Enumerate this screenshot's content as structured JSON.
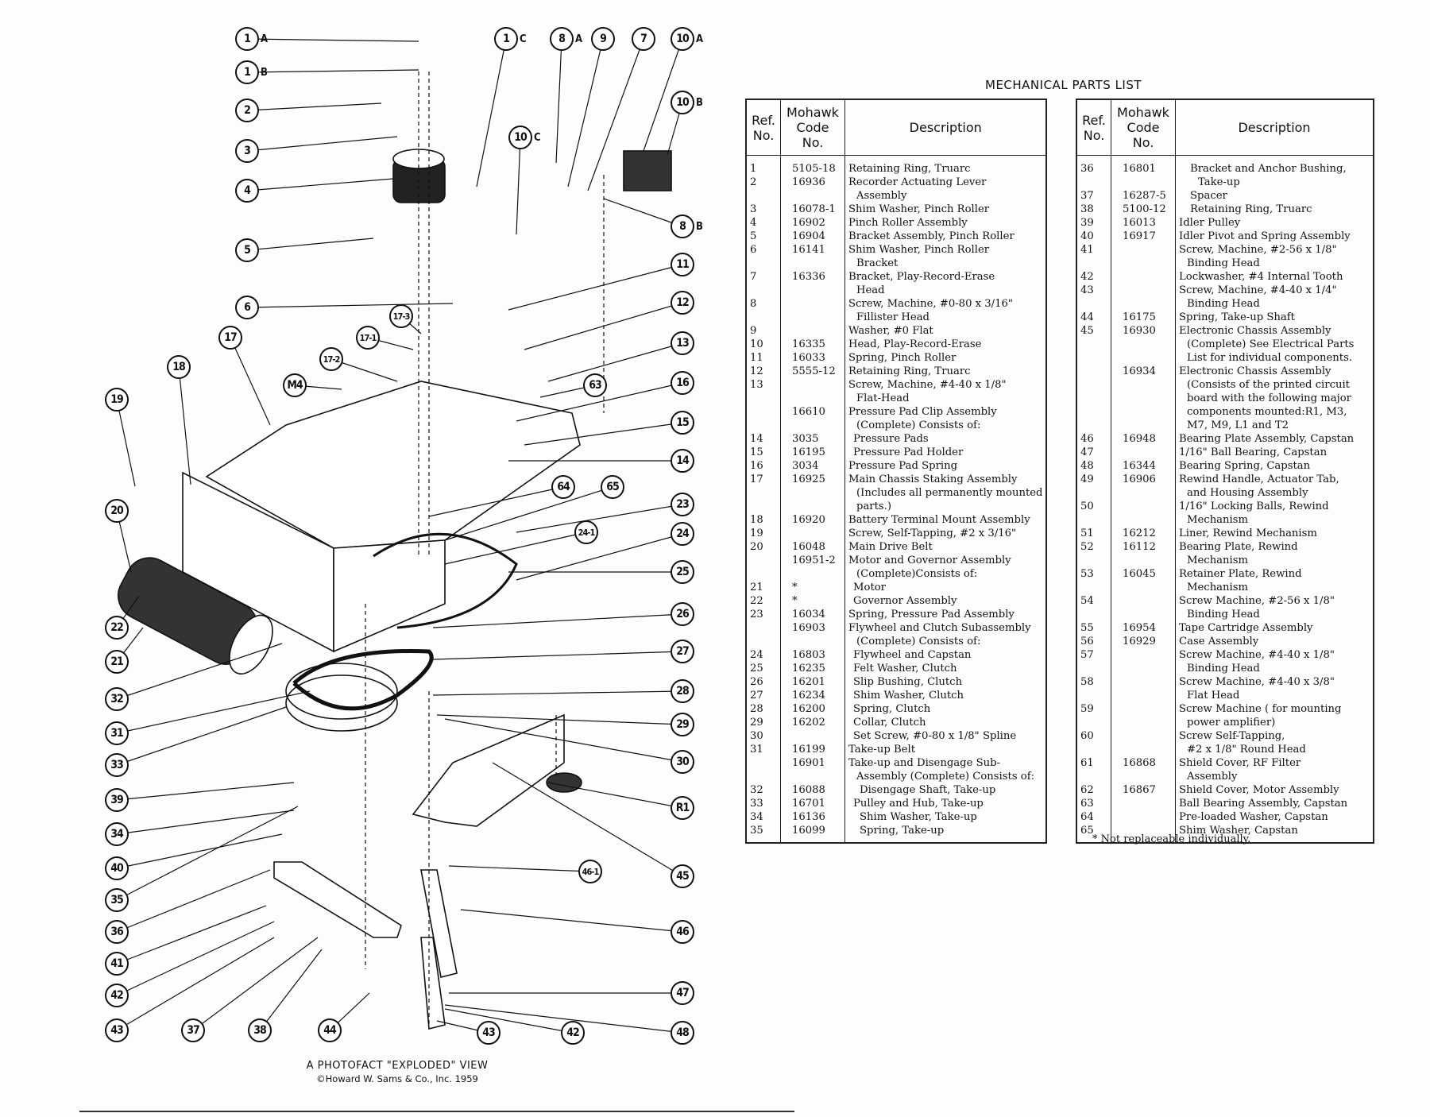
{
  "diagram": {
    "callouts": [
      {
        "label": "1",
        "suffix": "A"
      },
      {
        "label": "1",
        "suffix": "B"
      },
      {
        "label": "2"
      },
      {
        "label": "3"
      },
      {
        "label": "4"
      },
      {
        "label": "5"
      },
      {
        "label": "1",
        "suffix": "C"
      },
      {
        "label": "8",
        "suffix": "A"
      },
      {
        "label": "9"
      },
      {
        "label": "7"
      },
      {
        "label": "10",
        "suffix": "A"
      },
      {
        "label": "10",
        "suffix": "B"
      },
      {
        "label": "10",
        "suffix": "C"
      },
      {
        "label": "8",
        "suffix": "B"
      },
      {
        "label": "11"
      },
      {
        "label": "6"
      },
      {
        "label": "12"
      },
      {
        "label": "17-3"
      },
      {
        "label": "17-1"
      },
      {
        "label": "17-2"
      },
      {
        "label": "M4"
      },
      {
        "label": "17"
      },
      {
        "label": "18"
      },
      {
        "label": "19"
      },
      {
        "label": "13"
      },
      {
        "label": "63"
      },
      {
        "label": "16"
      },
      {
        "label": "15"
      },
      {
        "label": "14"
      },
      {
        "label": "64"
      },
      {
        "label": "65"
      },
      {
        "label": "23"
      },
      {
        "label": "24-1"
      },
      {
        "label": "24"
      },
      {
        "label": "20"
      },
      {
        "label": "25"
      },
      {
        "label": "26"
      },
      {
        "label": "22"
      },
      {
        "label": "21"
      },
      {
        "label": "27"
      },
      {
        "label": "32"
      },
      {
        "label": "28"
      },
      {
        "label": "31"
      },
      {
        "label": "29"
      },
      {
        "label": "33"
      },
      {
        "label": "30"
      },
      {
        "label": "39"
      },
      {
        "label": "R1"
      },
      {
        "label": "34"
      },
      {
        "label": "40"
      },
      {
        "label": "45"
      },
      {
        "label": "35"
      },
      {
        "label": "46-1"
      },
      {
        "label": "36"
      },
      {
        "label": "46"
      },
      {
        "label": "41"
      },
      {
        "label": "47"
      },
      {
        "label": "42"
      },
      {
        "label": "43"
      },
      {
        "label": "37"
      },
      {
        "label": "38"
      },
      {
        "label": "44"
      },
      {
        "label": "43"
      },
      {
        "label": "42"
      },
      {
        "label": "48"
      }
    ],
    "caption_line1": "A PHOTOFACT \"EXPLODED\" VIEW",
    "caption_line2": "©Howard W. Sams & Co., Inc. 1959"
  },
  "parts_list": {
    "title": "MECHANICAL PARTS LIST",
    "headers": {
      "ref": "Ref. No.",
      "code": "Mohawk Code No.",
      "description": "Description"
    },
    "left_table": [
      {
        "ref": "1",
        "code": "5105-18",
        "desc": [
          "Retaining Ring, Truarc"
        ]
      },
      {
        "ref": "2",
        "code": "16936",
        "desc": [
          "Recorder Actuating Lever",
          "Assembly"
        ]
      },
      {
        "ref": "3",
        "code": "16078-1",
        "desc": [
          "Shim Washer, Pinch Roller"
        ]
      },
      {
        "ref": "4",
        "code": "16902",
        "desc": [
          "Pinch Roller Assembly"
        ]
      },
      {
        "ref": "5",
        "code": "16904",
        "desc": [
          "Bracket Assembly, Pinch Roller"
        ]
      },
      {
        "ref": "6",
        "code": "16141",
        "desc": [
          "Shim Washer, Pinch Roller",
          "Bracket"
        ]
      },
      {
        "ref": "7",
        "code": "16336",
        "desc": [
          "Bracket, Play-Record-Erase",
          "Head"
        ]
      },
      {
        "ref": "8",
        "code": "",
        "desc": [
          "Screw, Machine, #0-80 x 3/16\"",
          "Fillister Head"
        ]
      },
      {
        "ref": "9",
        "code": "",
        "desc": [
          "Washer, #0 Flat"
        ]
      },
      {
        "ref": "10",
        "code": "16335",
        "desc": [
          "Head, Play-Record-Erase"
        ]
      },
      {
        "ref": "11",
        "code": "16033",
        "desc": [
          "Spring, Pinch Roller"
        ]
      },
      {
        "ref": "12",
        "code": "5555-12",
        "desc": [
          "Retaining Ring, Truarc"
        ]
      },
      {
        "ref": "13",
        "code": "",
        "desc": [
          "Screw, Machine, #4-40 x 1/8\"",
          "Flat-Head"
        ]
      },
      {
        "ref": "",
        "code": "16610",
        "desc": [
          "Pressure Pad Clip Assembly",
          "(Complete) Consists of:"
        ]
      },
      {
        "ref": "14",
        "code": "3035",
        "desc": [
          "Pressure Pads"
        ],
        "indent": 1
      },
      {
        "ref": "15",
        "code": "16195",
        "desc": [
          "Pressure Pad Holder"
        ],
        "indent": 1
      },
      {
        "ref": "16",
        "code": "3034",
        "desc": [
          "Pressure Pad Spring"
        ]
      },
      {
        "ref": "17",
        "code": "16925",
        "desc": [
          "Main Chassis Staking Assembly",
          "(Includes all permanently mounted",
          "parts.)"
        ]
      },
      {
        "ref": "18",
        "code": "16920",
        "desc": [
          "Battery Terminal Mount Assembly"
        ]
      },
      {
        "ref": "19",
        "code": "",
        "desc": [
          "Screw, Self-Tapping, #2 x 3/16\""
        ]
      },
      {
        "ref": "20",
        "code": "16048",
        "desc": [
          "Main Drive Belt"
        ]
      },
      {
        "ref": "",
        "code": "16951-2",
        "desc": [
          "Motor and Governor Assembly",
          "(Complete)Consists of:"
        ]
      },
      {
        "ref": "21",
        "code": "*",
        "desc": [
          "Motor"
        ],
        "indent": 1
      },
      {
        "ref": "22",
        "code": "*",
        "desc": [
          "Governor Assembly"
        ],
        "indent": 1
      },
      {
        "ref": "23",
        "code": "16034",
        "desc": [
          "Spring, Pressure Pad Assembly"
        ]
      },
      {
        "ref": "",
        "code": "16903",
        "desc": [
          "Flywheel and Clutch Subassembly",
          "(Complete) Consists of:"
        ]
      },
      {
        "ref": "24",
        "code": "16803",
        "desc": [
          "Flywheel and Capstan"
        ],
        "indent": 1
      },
      {
        "ref": "25",
        "code": "16235",
        "desc": [
          "Felt  Washer, Clutch"
        ],
        "indent": 1
      },
      {
        "ref": "26",
        "code": "16201",
        "desc": [
          "Slip Bushing, Clutch"
        ],
        "indent": 1
      },
      {
        "ref": "27",
        "code": "16234",
        "desc": [
          "Shim Washer, Clutch"
        ],
        "indent": 1
      },
      {
        "ref": "28",
        "code": "16200",
        "desc": [
          "Spring, Clutch"
        ],
        "indent": 1
      },
      {
        "ref": "29",
        "code": "16202",
        "desc": [
          "Collar, Clutch"
        ],
        "indent": 1
      },
      {
        "ref": "30",
        "code": "",
        "desc": [
          "Set Screw, #0-80 x 1/8\" Spline"
        ],
        "indent": 1
      },
      {
        "ref": "31",
        "code": "16199",
        "desc": [
          "Take-up Belt"
        ]
      },
      {
        "ref": "",
        "code": "16901",
        "desc": [
          "Take-up and Disengage Sub-",
          "Assembly (Complete) Consists of:"
        ]
      },
      {
        "ref": "32",
        "code": "16088",
        "desc": [
          "Disengage Shaft, Take-up"
        ],
        "indent": 2
      },
      {
        "ref": "33",
        "code": "16701",
        "desc": [
          "Pulley and Hub, Take-up"
        ],
        "indent": 1
      },
      {
        "ref": "34",
        "code": "16136",
        "desc": [
          "Shim Washer, Take-up"
        ],
        "indent": 2
      },
      {
        "ref": "35",
        "code": "16099",
        "desc": [
          "Spring, Take-up"
        ],
        "indent": 2
      }
    ],
    "right_table": [
      {
        "ref": "36",
        "code": "16801",
        "desc": [
          "Bracket and Anchor Bushing,",
          "Take-up"
        ],
        "indent": 2
      },
      {
        "ref": "37",
        "code": "16287-5",
        "desc": [
          "Spacer"
        ],
        "indent": 2
      },
      {
        "ref": "38",
        "code": "5100-12",
        "desc": [
          "Retaining Ring, Truarc"
        ],
        "indent": 2
      },
      {
        "ref": "39",
        "code": "16013",
        "desc": [
          "Idler Pulley"
        ]
      },
      {
        "ref": "40",
        "code": "16917",
        "desc": [
          "Idler Pivot and Spring Assembly"
        ]
      },
      {
        "ref": "41",
        "code": "",
        "desc": [
          "Screw, Machine, #2-56 x 1/8\"",
          "Binding Head"
        ]
      },
      {
        "ref": "42",
        "code": "",
        "desc": [
          "Lockwasher, #4 Internal Tooth"
        ]
      },
      {
        "ref": "43",
        "code": "",
        "desc": [
          "Screw, Machine, #4-40 x 1/4\"",
          "Binding Head"
        ]
      },
      {
        "ref": "44",
        "code": "16175",
        "desc": [
          "Spring, Take-up Shaft"
        ]
      },
      {
        "ref": "45",
        "code": "16930",
        "desc": [
          "Electronic Chassis Assembly",
          "(Complete) See Electrical Parts",
          "List for individual components."
        ]
      },
      {
        "ref": "",
        "code": "16934",
        "desc": [
          "Electronic Chassis Assembly",
          "(Consists of the printed circuit",
          "board with the following major",
          "components mounted:R1, M3,",
          "M7, M9, L1 and T2"
        ]
      },
      {
        "ref": "46",
        "code": "16948",
        "desc": [
          "Bearing Plate Assembly, Capstan"
        ]
      },
      {
        "ref": "47",
        "code": "",
        "desc": [
          "1/16\" Ball Bearing, Capstan"
        ]
      },
      {
        "ref": "48",
        "code": "16344",
        "desc": [
          "Bearing Spring, Capstan"
        ]
      },
      {
        "ref": "49",
        "code": "16906",
        "desc": [
          "Rewind Handle, Actuator Tab,",
          "and Housing Assembly"
        ]
      },
      {
        "ref": "50",
        "code": "",
        "desc": [
          "1/16\" Locking Balls, Rewind",
          "Mechanism"
        ]
      },
      {
        "ref": "51",
        "code": "16212",
        "desc": [
          "Liner, Rewind Mechanism"
        ]
      },
      {
        "ref": "52",
        "code": "16112",
        "desc": [
          "Bearing Plate, Rewind",
          "Mechanism"
        ]
      },
      {
        "ref": "53",
        "code": "16045",
        "desc": [
          "Retainer Plate, Rewind",
          "Mechanism"
        ]
      },
      {
        "ref": "54",
        "code": "",
        "desc": [
          "Screw Machine, #2-56 x 1/8\"",
          "Binding Head"
        ]
      },
      {
        "ref": "55",
        "code": "16954",
        "desc": [
          "Tape Cartridge Assembly"
        ]
      },
      {
        "ref": "56",
        "code": "16929",
        "desc": [
          "Case Assembly"
        ]
      },
      {
        "ref": "57",
        "code": "",
        "desc": [
          "Screw Machine, #4-40 x 1/8\"",
          "Binding Head"
        ]
      },
      {
        "ref": "58",
        "code": "",
        "desc": [
          "Screw Machine, #4-40 x 3/8\"",
          "Flat Head"
        ]
      },
      {
        "ref": "59",
        "code": "",
        "desc": [
          "Screw Machine ( for mounting",
          "power amplifier)"
        ]
      },
      {
        "ref": "60",
        "code": "",
        "desc": [
          "Screw Self-Tapping,",
          "#2 x 1/8\" Round Head"
        ]
      },
      {
        "ref": "61",
        "code": "16868",
        "desc": [
          "Shield Cover, RF Filter",
          "Assembly"
        ]
      },
      {
        "ref": "62",
        "code": "16867",
        "desc": [
          "Shield Cover, Motor Assembly"
        ]
      },
      {
        "ref": "63",
        "code": "",
        "desc": [
          "Ball Bearing Assembly,  Capstan"
        ]
      },
      {
        "ref": "64",
        "code": "",
        "desc": [
          "Pre-loaded Washer, Capstan"
        ]
      },
      {
        "ref": "65",
        "code": "",
        "desc": [
          "Shim Washer, Capstan"
        ]
      }
    ],
    "footnote": "* Not replaceable individually."
  }
}
